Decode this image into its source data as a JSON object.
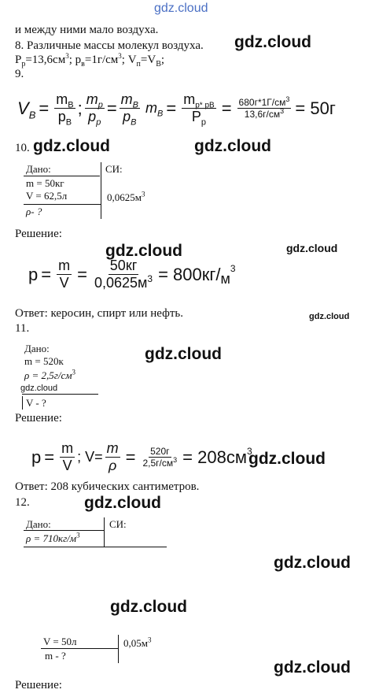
{
  "watermark": "gdz.cloud",
  "top_line": "и между ними мало воздуха.",
  "task8": {
    "header": "8. Различные массы молекул воздуха.",
    "given_line": "Pр=13,6см3; pв=1г/см3; Vп=VВ;"
  },
  "task9": {
    "number": "9.",
    "formula": {
      "vb": "V",
      "vb_sub": "B",
      "eq": "=",
      "f1_num": "m",
      "f1_num_sub": "B",
      "f1_den": "p",
      "f1_den_sub": "B",
      "f2_num": "m",
      "f2_num_sub": "p",
      "f2_den": "p",
      "f2_den_sub": "p",
      "f3_num": "m",
      "f3_num_sub": "B",
      "f3_den": "p",
      "f3_den_sub": "B",
      "mb": "m",
      "mb_sub": "B",
      "f4_num": "m",
      "f4_num_sub": "p* pB",
      "f4_den": "P",
      "f4_den_sub": "p",
      "f5_num": "680г*1Г/см",
      "f5_den": "13,6г/см",
      "result": "= 50г",
      "semicolon": ";"
    }
  },
  "task10": {
    "number": "10.",
    "given_title": "Дано:",
    "si_title": "СИ:",
    "m": "m = 50кг",
    "v": "V = 62,5л",
    "v_si": "0,0625м",
    "find": "ρ- ?",
    "solution_label": "Решение:",
    "formula": {
      "p": "p",
      "eq": "=",
      "num1": "m",
      "den1": "V",
      "num2": "50кг",
      "den2": "0,0625м",
      "result": "= 800кг/",
      "unit": "м"
    },
    "answer": "Ответ: керосин, спирт или нефть."
  },
  "task11": {
    "number": "11.",
    "given_title": "Дано:",
    "m": "m = 520к",
    "rho": "ρ = 2,5г/см",
    "find": "V - ?",
    "solution_label": "Решение:",
    "formula": {
      "p": "p",
      "eq": "=",
      "num1": "m",
      "den1": "V",
      "mid": "; V=",
      "num2": "m",
      "den2": "ρ",
      "eq2": "=",
      "num3": "520г",
      "den3": "2,5г/см",
      "result": "= 208см"
    },
    "answer": "Ответ: 208 кубических сантиметров."
  },
  "task12": {
    "number": "12.",
    "given_title": "Дано:",
    "si_title": "СИ:",
    "rho": "ρ = 710кг/м",
    "v": "V = 50л",
    "v_si": "0,05м",
    "find": "m - ?",
    "solution_label": "Решение:"
  },
  "superscripts": {
    "three": "3"
  }
}
